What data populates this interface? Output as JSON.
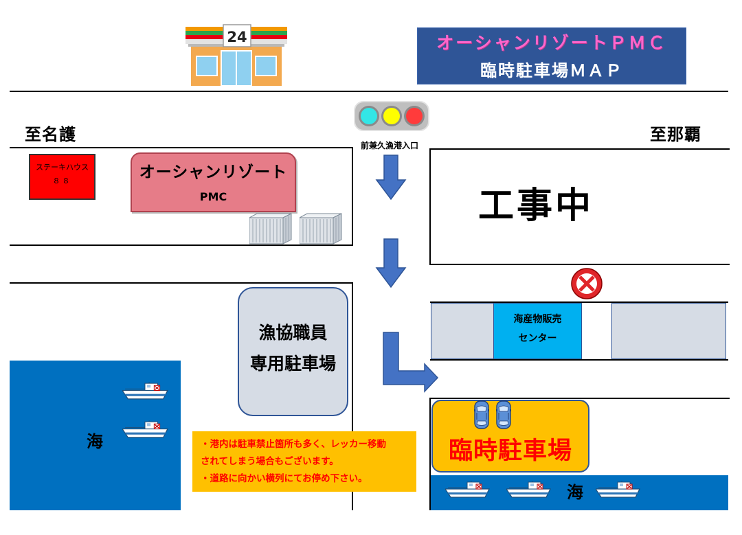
{
  "title": {
    "line1": "オーシャンリゾートＰＭＣ",
    "line2": "臨時駐車場ＭＡＰ"
  },
  "store": {
    "sign": "24"
  },
  "directions": {
    "to_left": "至名護",
    "to_right": "至那覇"
  },
  "entrance_label": "前兼久漁港入口",
  "places": {
    "steakhouse": {
      "line1": "ステーキハウス",
      "line2": "８８"
    },
    "resort": {
      "line1": "オーシャンリゾート",
      "line2": "PMC"
    },
    "construction": "工事中",
    "seafood_center": {
      "line1": "海産物販売",
      "line2": "センター"
    },
    "staff_parking": {
      "line1": "漁協職員",
      "line2": "専用駐車場"
    },
    "temporary_parking": "臨時駐車場",
    "sea_left": "海",
    "sea_right": "海"
  },
  "notice": [
    "・港内は駐車禁止箇所も多く、レッカー移動",
    "されてしまう場合もございます。",
    "・道路に向かい横列にてお停め下さい。"
  ],
  "icons": {
    "store": "convenience-store-icon",
    "traffic_light": "traffic-light-icon",
    "route_arrows": "arrow-down-icon",
    "turn_arrow": "arrow-turn-right-icon",
    "no_entry": "no-entry-icon",
    "containers": "shipping-container-icon",
    "cars": "car-icon",
    "boats": "boat-icon"
  },
  "colors": {
    "title_background": "#2f5597",
    "title_accent": "#ff66cc",
    "sea": "#0070c0",
    "arrow": "#4472c4",
    "temporary_parking": "#ffc000",
    "notice_background": "#ffc000",
    "notice_text": "#ff0000",
    "steakhouse": "#ff0000",
    "resort": "#e67c88",
    "seafood_center": "#00b0f0",
    "building_gray": "#d6dce5"
  }
}
